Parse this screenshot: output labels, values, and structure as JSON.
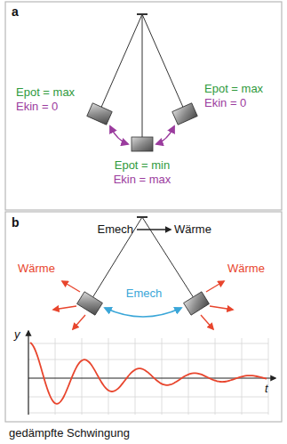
{
  "diagram": {
    "labels": [
      "a",
      "Epot = max",
      "Ekin = 0",
      "Epot = max",
      "Ekin = 0",
      "Epot = min",
      "Ekin = max",
      "b",
      "Emech",
      "Wärme",
      "Wärme",
      "Wärme",
      "Emech",
      "y",
      "t",
      "gedämpfte Schwingung"
    ]
  }
}
